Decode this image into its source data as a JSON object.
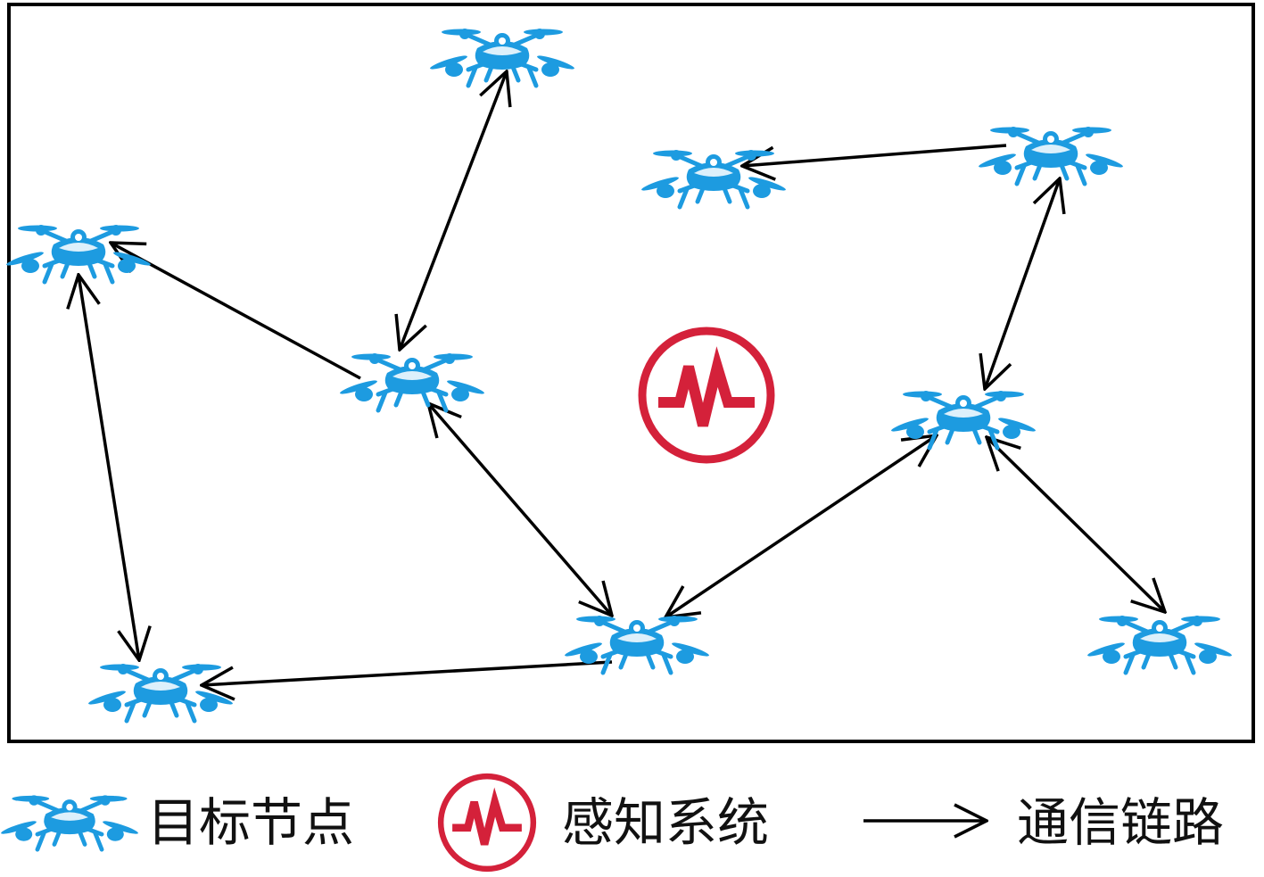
{
  "colors": {
    "drone": "#1d9be0",
    "sensing": "#d4213a",
    "link": "#000000",
    "frame": "#000000"
  },
  "icons": {
    "node": "drone-icon",
    "sensing": "pulse-circle-icon",
    "link": "arrow-icon"
  },
  "legend": {
    "node_label": "目标节点",
    "sensing_label": "感知系统",
    "link_label": "通信链路"
  }
}
